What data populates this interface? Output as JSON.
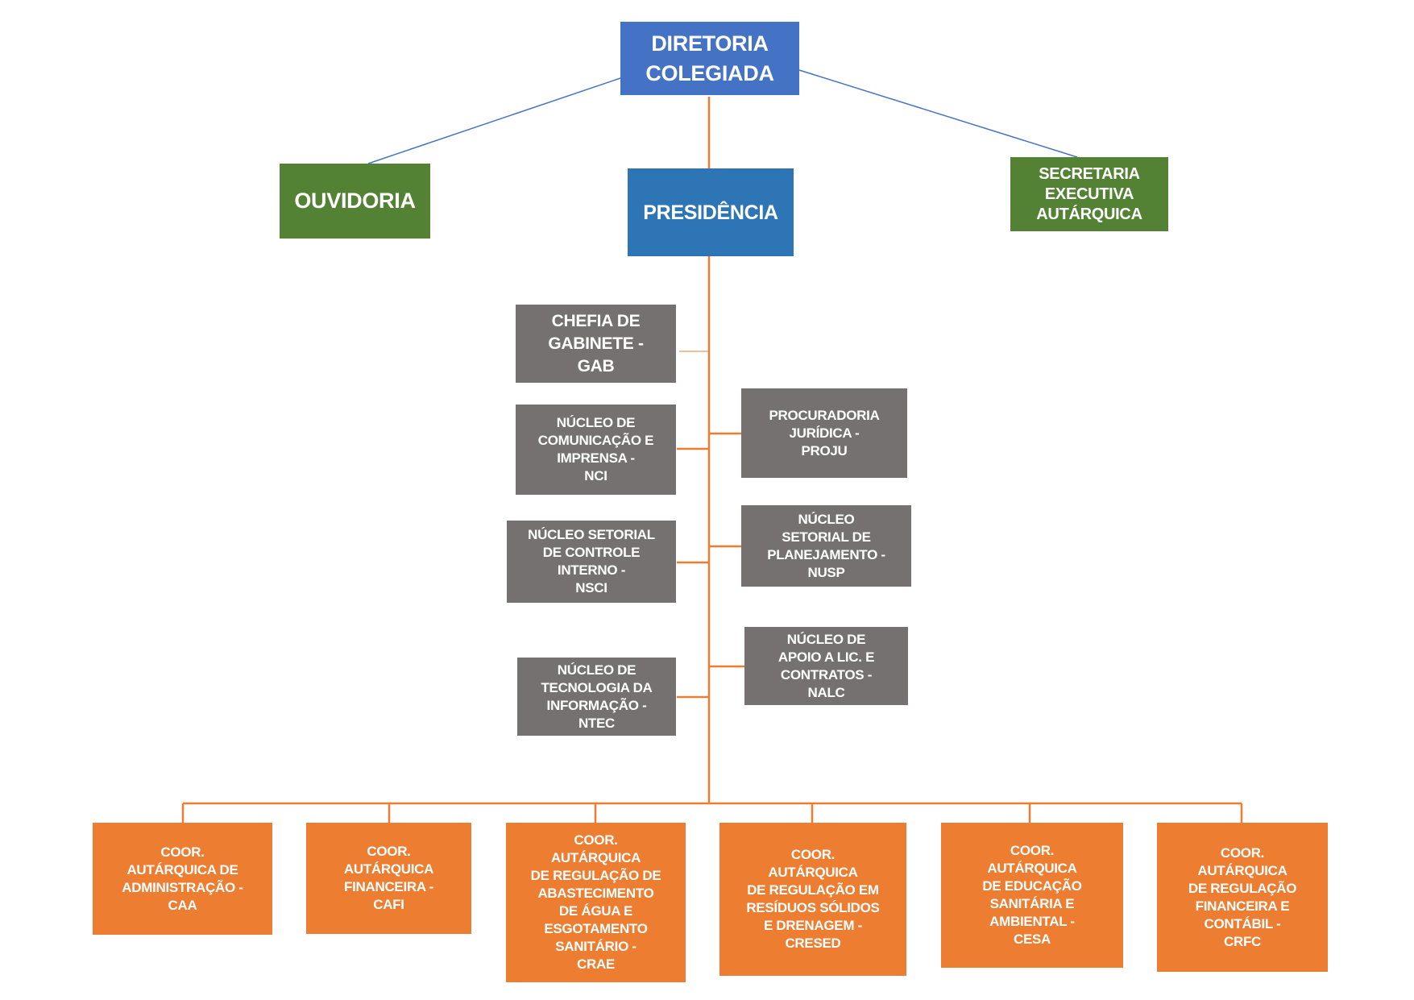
{
  "org_chart": {
    "top": {
      "label": "DIRETORIA\nCOLEGIADA"
    },
    "ouvidoria": {
      "label": "OUVIDORIA"
    },
    "presidencia": {
      "label": "PRESIDÊNCIA"
    },
    "secretaria": {
      "label": "SECRETARIA\nEXECUTIVA\nAUTÁRQUICA"
    },
    "left_units": [
      {
        "label": "CHEFIA DE\nGABINETE -\nGAB"
      },
      {
        "label": "NÚCLEO DE\nCOMUNICAÇÃO E\nIMPRENSA -\nNCI"
      },
      {
        "label": "NÚCLEO SETORIAL\nDE CONTROLE\nINTERNO -\nNSCI"
      },
      {
        "label": "NÚCLEO DE\nTECNOLOGIA DA\nINFORMAÇÃO -\nNTEC"
      }
    ],
    "right_units": [
      {
        "label": "PROCURADORIA\nJURÍDICA -\nPROJU"
      },
      {
        "label": "NÚCLEO\nSETORIAL DE\nPLANEJAMENTO -\nNUSP"
      },
      {
        "label": "NÚCLEO DE\nAPOIO A LIC. E\nCONTRATOS -\nNALC"
      }
    ],
    "coordinations": [
      {
        "label": "COOR.\nAUTÁRQUICA DE\nADMINISTRAÇÃO -\nCAA"
      },
      {
        "label": "COOR.\nAUTÁRQUICA\nFINANCEIRA -\nCAFI"
      },
      {
        "label": "COOR.\nAUTÁRQUICA\nDE REGULAÇÃO DE\nABASTECIMENTO\nDE ÁGUA E\nESGOTAMENTO\nSANITÁRIO -\nCRAE"
      },
      {
        "label": "COOR.\nAUTÁRQUICA\nDE REGULAÇÃO EM\nRESÍDUOS SÓLIDOS\nE DRENAGEM -\nCRESED"
      },
      {
        "label": "COOR.\nAUTÁRQUICA\nDE EDUCAÇÃO\nSANITÁRIA E\nAMBIENTAL -\nCESA"
      },
      {
        "label": "COOR.\nAUTÁRQUICA\nDE REGULAÇÃO\nFINANCEIRA E\nCONTÁBIL -\nCRFC"
      }
    ],
    "colors": {
      "top": "#4472C4",
      "presidencia": "#2E75B6",
      "green": "#548235",
      "gray": "#767171",
      "orange": "#ED7D31",
      "connector_orange": "#ED7D31",
      "connector_blue": "#4472C4"
    }
  }
}
